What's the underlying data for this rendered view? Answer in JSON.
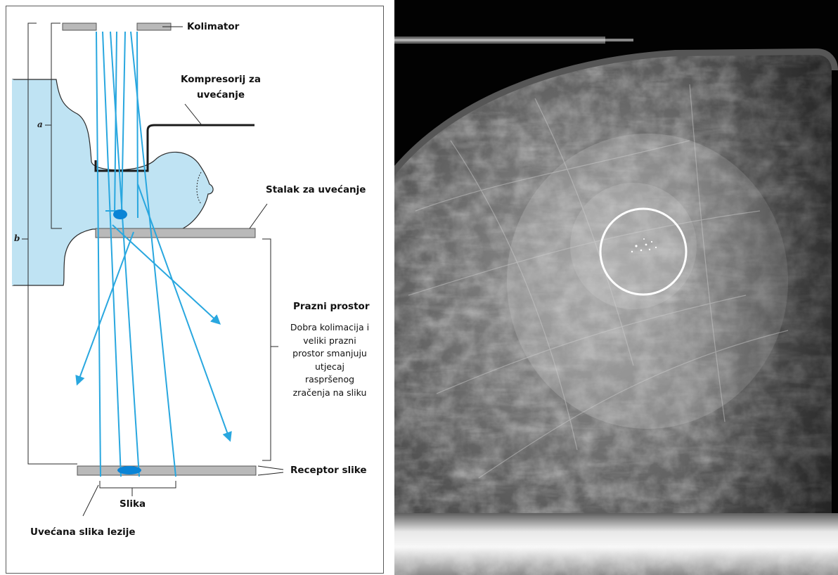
{
  "diagram": {
    "labels": {
      "collimator": "Kolimator",
      "compressor": "Kompresorij za\nuvećanje",
      "stand": "Stalak za uvećanje",
      "air_gap_title": "Prazni prostor",
      "air_gap_desc": "Dobra kolimacija i\nveliki prazni\nprostor smanjuju\nutjecaj\nraspršenog\nzračenja na sliku",
      "receptor": "Receptor slike",
      "image": "Slika",
      "magnified_lesion": "Uvećana slika lezije",
      "axis_a": "a",
      "axis_b": "b"
    },
    "colors": {
      "beam": "#29a7df",
      "breast_fill": "#bfe3f3",
      "plate": "#b9b9b9",
      "lesion": "#0a84d6",
      "line": "#222222"
    }
  },
  "mammogram": {
    "description_icon": "mammogram-xray-image",
    "highlight_marker": "white-circle"
  }
}
